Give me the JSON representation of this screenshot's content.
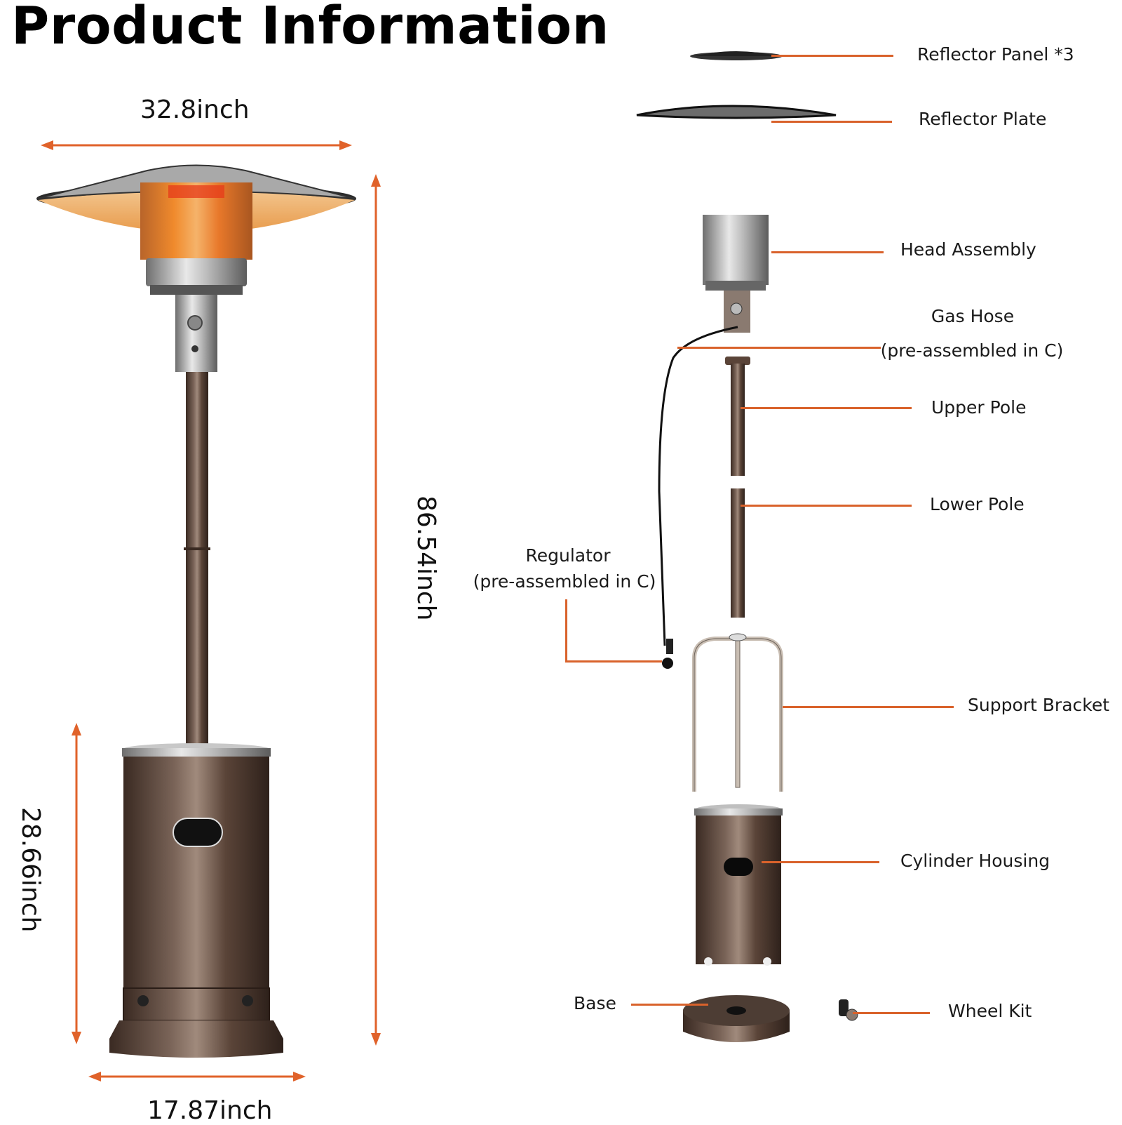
{
  "title": "Product Information",
  "colors": {
    "accent_orange": "#E0622A",
    "bronze_body": "#5a4438",
    "stainless": "#b9b9b9",
    "flame_orange": "#f08a2c",
    "text": "#111111",
    "background": "#ffffff"
  },
  "assembled_view": {
    "dimensions": {
      "reflector_width": "32.8inch",
      "total_height": "86.54inch",
      "housing_height": "28.66inch",
      "base_width": "17.87inch"
    }
  },
  "exploded_view": {
    "parts": [
      {
        "id": "reflector-panel",
        "label": "Reflector Panel *3"
      },
      {
        "id": "reflector-plate",
        "label": "Reflector Plate"
      },
      {
        "id": "head-assembly",
        "label": "Head Assembly"
      },
      {
        "id": "gas-hose",
        "label": "Gas Hose",
        "note": "(pre-assembled in C)"
      },
      {
        "id": "upper-pole",
        "label": "Upper Pole"
      },
      {
        "id": "lower-pole",
        "label": "Lower Pole"
      },
      {
        "id": "regulator",
        "label": "Regulator",
        "note": "(pre-assembled in C)"
      },
      {
        "id": "support-bracket",
        "label": "Support Bracket"
      },
      {
        "id": "cylinder-housing",
        "label": "Cylinder Housing"
      },
      {
        "id": "base",
        "label": "Base"
      },
      {
        "id": "wheel-kit",
        "label": "Wheel Kit"
      }
    ]
  }
}
